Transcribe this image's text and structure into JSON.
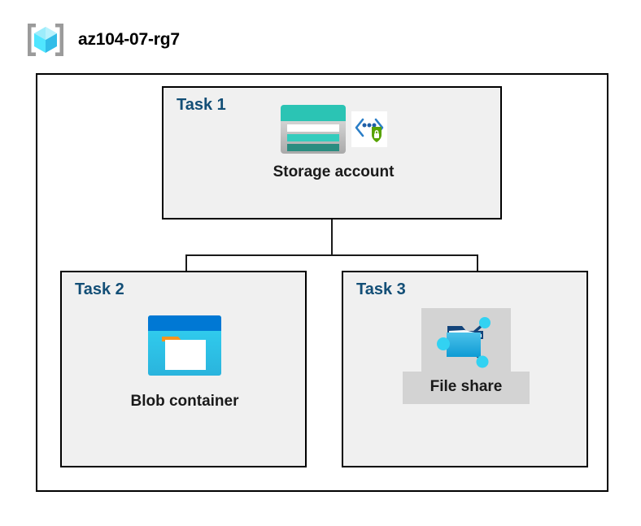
{
  "header": {
    "title": "az104-07-rg7",
    "icon": "resource-group-cube-icon"
  },
  "container": {
    "name": "resource-group-boundary"
  },
  "panels": [
    {
      "id": "task1",
      "label": "Task 1",
      "node": {
        "caption": "Storage account",
        "icons": [
          "storage-account-icon",
          "secure-endpoint-shield-icon"
        ],
        "highlighted": false
      }
    },
    {
      "id": "task2",
      "label": "Task 2",
      "node": {
        "caption": "Blob container",
        "icons": [
          "blob-container-icon"
        ],
        "highlighted": false
      }
    },
    {
      "id": "task3",
      "label": "Task 3",
      "node": {
        "caption": "File share",
        "icons": [
          "file-share-folder-icon"
        ],
        "highlighted": true
      }
    }
  ],
  "connectors": [
    {
      "from": "Storage account",
      "to": "Blob container"
    },
    {
      "from": "Storage account",
      "to": "File share"
    }
  ],
  "colors": {
    "task_label": "#124E76",
    "caption": "#1A1A1A",
    "panel_fill": "#F0F0F0",
    "panel_border": "#000000",
    "page_background": "#FFFFFF",
    "highlight_fill": "#D3D3D3",
    "connector": "#1A1A1A",
    "storage_teal": "#2BC4B4",
    "storage_teal_dark": "#2A8C80",
    "blob_blue": "#0078D4",
    "blob_cyan": "#32D2F2",
    "blob_orange": "#F7941E",
    "shield_green": "#57A300",
    "cube_cyan": "#50E6FF",
    "node_cyan": "#32D2F2"
  }
}
